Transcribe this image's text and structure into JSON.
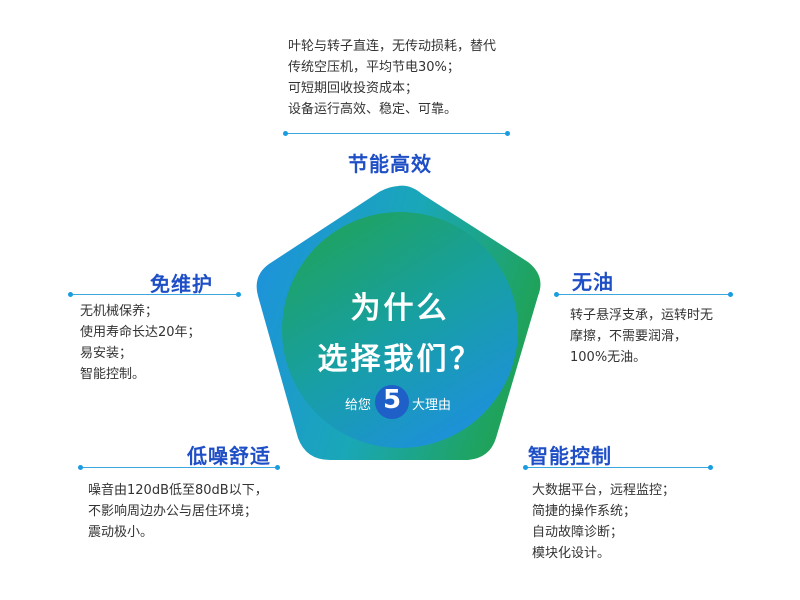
{
  "center": {
    "line1": "为什么",
    "line2": "选择我们？",
    "prefix": "给您",
    "number": "5",
    "suffix": "大理由"
  },
  "colors": {
    "title": "#1f4fc6",
    "line": "#3aa7de",
    "blue": "#1e8fe0",
    "green": "#1fa35c"
  },
  "sections": {
    "top": {
      "title": "节能高效",
      "lines": [
        "叶轮与转子直连，无传动损耗，替代",
        "传统空压机，平均节电30%；",
        "可短期回收投资成本；",
        "设备运行高效、稳定、可靠。"
      ]
    },
    "left": {
      "title": "免维护",
      "lines": [
        "无机械保养；",
        "使用寿命长达20年；",
        "易安装；",
        "智能控制。"
      ]
    },
    "right": {
      "title": "无油",
      "lines": [
        "转子悬浮支承，运转时无",
        "摩擦，不需要润滑，",
        "100%无油。"
      ]
    },
    "bottom_left": {
      "title": "低噪舒适",
      "lines": [
        "噪音由120dB低至80dB以下，",
        "不影响周边办公与居住环境；",
        "震动极小。"
      ]
    },
    "bottom_right": {
      "title": "智能控制",
      "lines": [
        "大数据平台，远程监控；",
        "简捷的操作系统；",
        "自动故障诊断；",
        "模块化设计。"
      ]
    }
  }
}
